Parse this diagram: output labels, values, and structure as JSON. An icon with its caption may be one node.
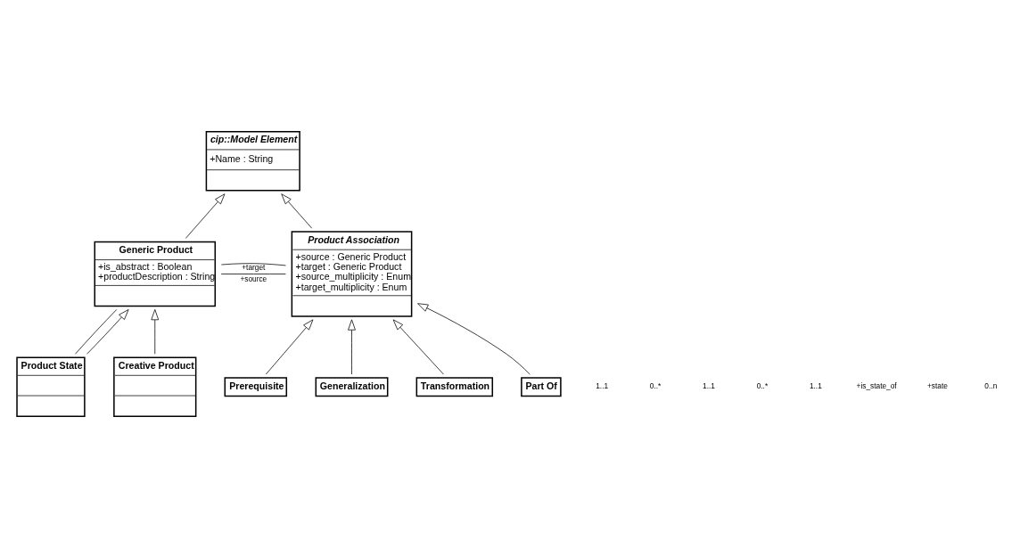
{
  "diagram": {
    "nodes": [
      {
        "text": [
          "cip::Model Element",
          "+Name : String"
        ]
      },
      {
        "text": [
          "Generic Product",
          "+is_abstract : Boolean",
          "+productDescription : String"
        ]
      },
      {
        "text": [
          "Product Association",
          "+source : Generic Product",
          "+target : Generic Product",
          "+source_multiplicity : Enum",
          "+target_multiplicity : Enum"
        ]
      },
      {
        "text": [
          "Product State"
        ]
      },
      {
        "text": [
          "Creative Product"
        ]
      },
      {
        "text": [
          "Prerequisite"
        ]
      },
      {
        "text": [
          "Generalization"
        ]
      },
      {
        "text": [
          "Transformation"
        ]
      },
      {
        "text": [
          "Part Of"
        ]
      }
    ],
    "edges": [
      {
        "from": 1,
        "to": 0,
        "arrow": "to"
      },
      {
        "from": 2,
        "to": 0,
        "arrow": "to"
      },
      {
        "from": 1,
        "to": 2,
        "arrow": "none",
        "label": "+source"
      },
      {
        "from": 1,
        "to": 2,
        "arrow": "none",
        "label": "+target"
      },
      {
        "from": 3,
        "to": 1,
        "arrow": "none"
      },
      {
        "from": 3,
        "to": 1,
        "arrow": "to"
      },
      {
        "from": 4,
        "to": 1,
        "arrow": "to"
      },
      {
        "from": 5,
        "to": 2,
        "arrow": "to"
      },
      {
        "from": 6,
        "to": 2,
        "arrow": "to"
      },
      {
        "from": 7,
        "to": 2,
        "arrow": "to"
      },
      {
        "from": 8,
        "to": 2,
        "arrow": "to"
      }
    ],
    "labels": [
      "1..1",
      "0..*",
      "1..1",
      "0..*",
      "1..1",
      "+is_state_of",
      "+state",
      "0..n"
    ]
  }
}
